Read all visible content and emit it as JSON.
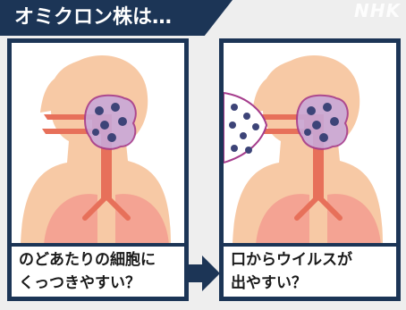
{
  "title": "オミクロン株は…",
  "logo": "NHK",
  "panels": [
    {
      "caption_line1": "のどあたりの細胞に",
      "caption_line2": "くっつきやすい？"
    },
    {
      "caption_line1": "口からウイルスが",
      "caption_line2": "出やすい？"
    }
  ],
  "colors": {
    "navy": "#1c3556",
    "skin": "#f7c9a5",
    "lungs": "#f4a393",
    "airway": "#e7705a",
    "virus_area": "#c9a8d8",
    "virus": "#3d4478"
  }
}
